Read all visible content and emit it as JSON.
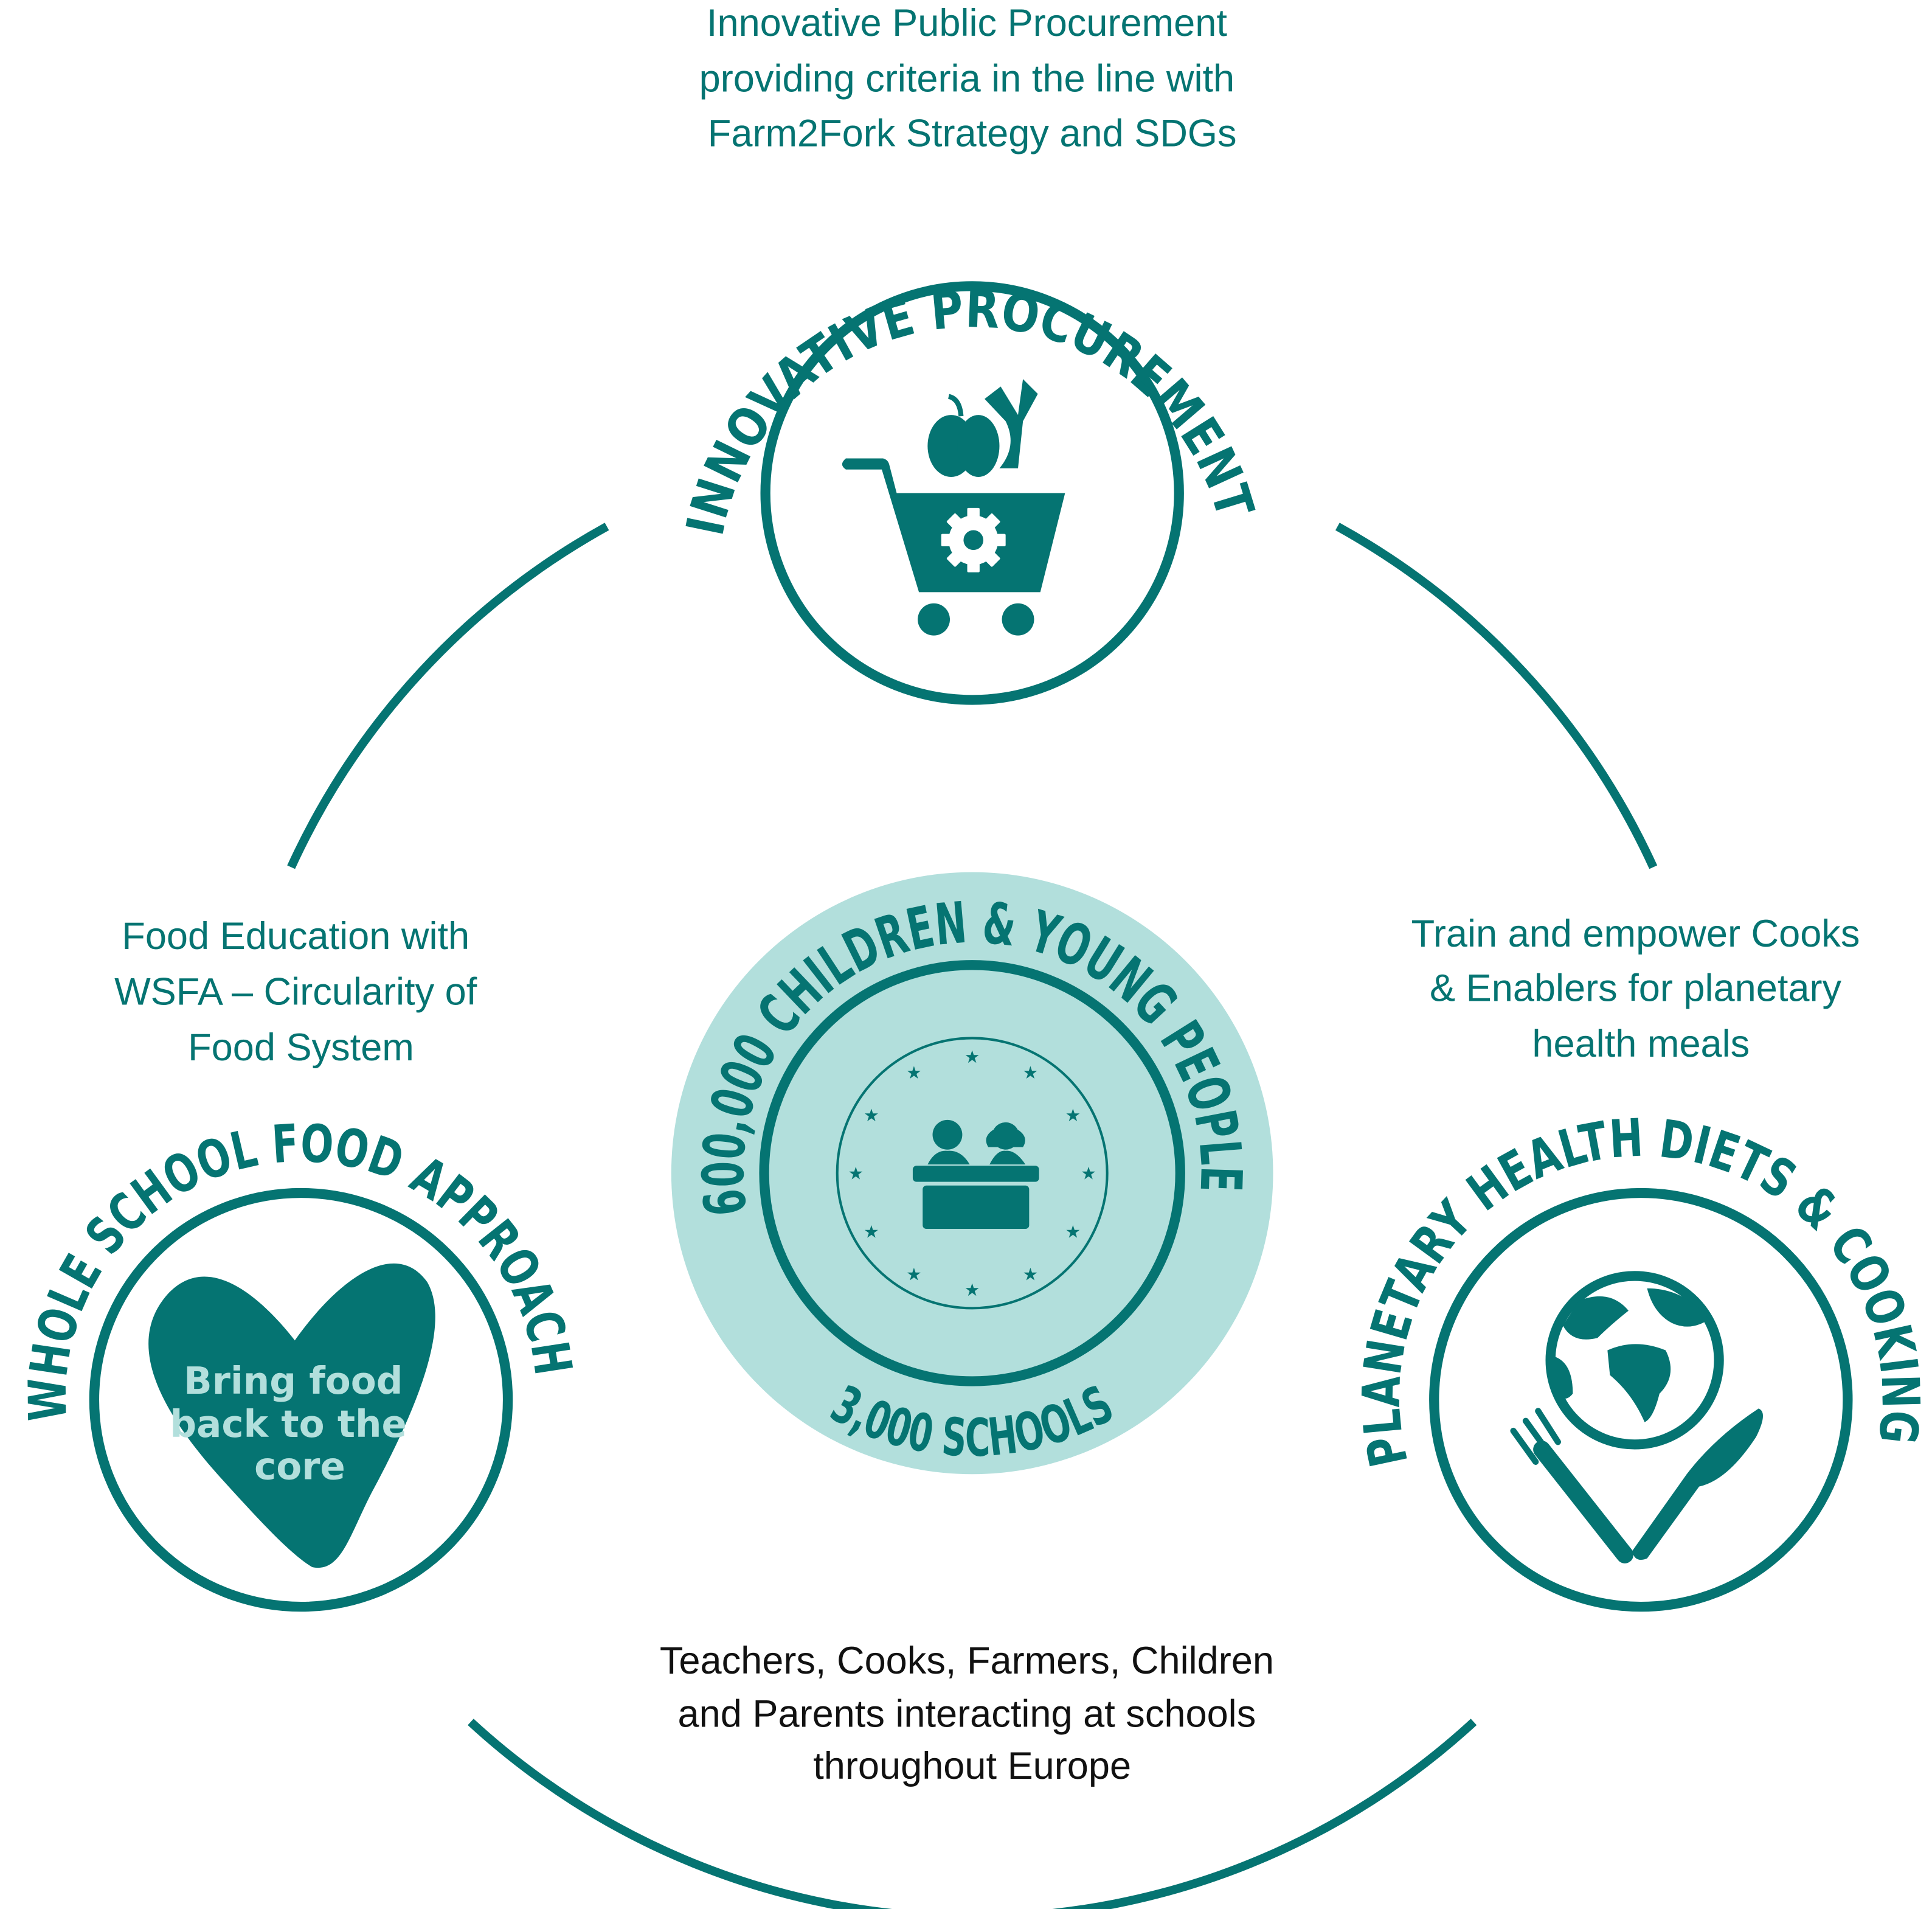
{
  "colors": {
    "primary": "#057472",
    "light": "#b2dfdc",
    "text_dark": "#111111"
  },
  "top": {
    "description": [
      "Innovative Public Procurement",
      "providing criteria in the line with",
      "Farm2Fork Strategy and SDGs"
    ],
    "title": "INNOVATIVE PROCUREMENT",
    "icon": "shopping-cart-with-vegetables-and-gear"
  },
  "left": {
    "description": [
      "Food Education with",
      "WSFA – Circularity of",
      "Food System"
    ],
    "title": "WHOLE SCHOOL FOOD APPROACH",
    "heart_text": [
      "Bring food",
      "back to the",
      "core"
    ]
  },
  "right": {
    "description": [
      "Train and empower Cooks",
      "& Enablers for planetary",
      "health meals"
    ],
    "title": "PLANETARY HEALTH DIETS & COOKING",
    "icon": "globe-with-fork-and-knife"
  },
  "center": {
    "title": "600,000 CHILDREN & YOUNG PEOPLE",
    "subtitle": "3,000 SCHOOLS",
    "icon": "children-at-desk-with-eu-stars"
  },
  "bottom": {
    "description": [
      "Teachers, Cooks, Farmers, Children",
      "and Parents interacting at schools",
      "throughout Europe"
    ]
  }
}
